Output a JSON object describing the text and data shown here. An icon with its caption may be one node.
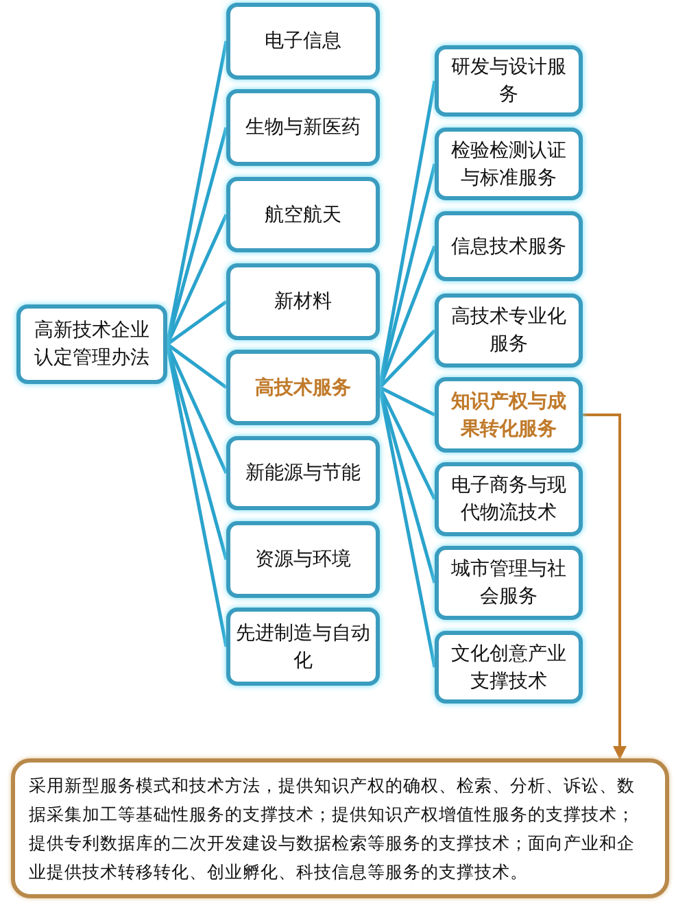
{
  "diagram": {
    "nodes": [
      {
        "text": [
          "高新技术企业认定管理办法"
        ]
      },
      {
        "text": [
          "电子信息"
        ]
      },
      {
        "text": [
          "生物与新医药"
        ]
      },
      {
        "text": [
          "航空航天"
        ]
      },
      {
        "text": [
          "新材料"
        ]
      },
      {
        "text": [
          "高技术服务"
        ]
      },
      {
        "text": [
          "新能源与节能"
        ]
      },
      {
        "text": [
          "资源与环境"
        ]
      },
      {
        "text": [
          "先进制造与自动化"
        ]
      },
      {
        "text": [
          "研发与设计服务"
        ]
      },
      {
        "text": [
          "检验检测认证与标准服务"
        ]
      },
      {
        "text": [
          "信息技术服务"
        ]
      },
      {
        "text": [
          "高技术专业化服务"
        ]
      },
      {
        "text": [
          "知识产权与成果转化服务"
        ]
      },
      {
        "text": [
          "电子商务与现代物流技术"
        ]
      },
      {
        "text": [
          "城市管理与社会服务"
        ]
      },
      {
        "text": [
          "文化创意产业支撑技术"
        ]
      },
      {
        "text": [
          "采用新型服务模式和技术方法，提供知识产权的确权、检索、分析、诉讼、数据采集加工等基础性服务的支撑技术；提供知识产权增值性服务的支撑技术；提供专利数据库的二次开发建设与数据检索等服务的支撑技术；面向产业和企业提供技术转移转化、创业孵化、科技信息等服务的支撑技术。"
        ]
      }
    ],
    "edges": [
      {
        "from": 0,
        "to": 1,
        "arrow": "none"
      },
      {
        "from": 0,
        "to": 2,
        "arrow": "none"
      },
      {
        "from": 0,
        "to": 3,
        "arrow": "none"
      },
      {
        "from": 0,
        "to": 4,
        "arrow": "none"
      },
      {
        "from": 0,
        "to": 5,
        "arrow": "none"
      },
      {
        "from": 0,
        "to": 6,
        "arrow": "none"
      },
      {
        "from": 0,
        "to": 7,
        "arrow": "none"
      },
      {
        "from": 0,
        "to": 8,
        "arrow": "none"
      },
      {
        "from": 5,
        "to": 9,
        "arrow": "none"
      },
      {
        "from": 5,
        "to": 10,
        "arrow": "none"
      },
      {
        "from": 5,
        "to": 11,
        "arrow": "none"
      },
      {
        "from": 5,
        "to": 12,
        "arrow": "none"
      },
      {
        "from": 5,
        "to": 13,
        "arrow": "none"
      },
      {
        "from": 5,
        "to": 14,
        "arrow": "none"
      },
      {
        "from": 5,
        "to": 15,
        "arrow": "none"
      },
      {
        "from": 5,
        "to": 16,
        "arrow": "none"
      },
      {
        "from": 13,
        "to": 17,
        "arrow": "to",
        "color": "#c07a2a"
      }
    ]
  }
}
